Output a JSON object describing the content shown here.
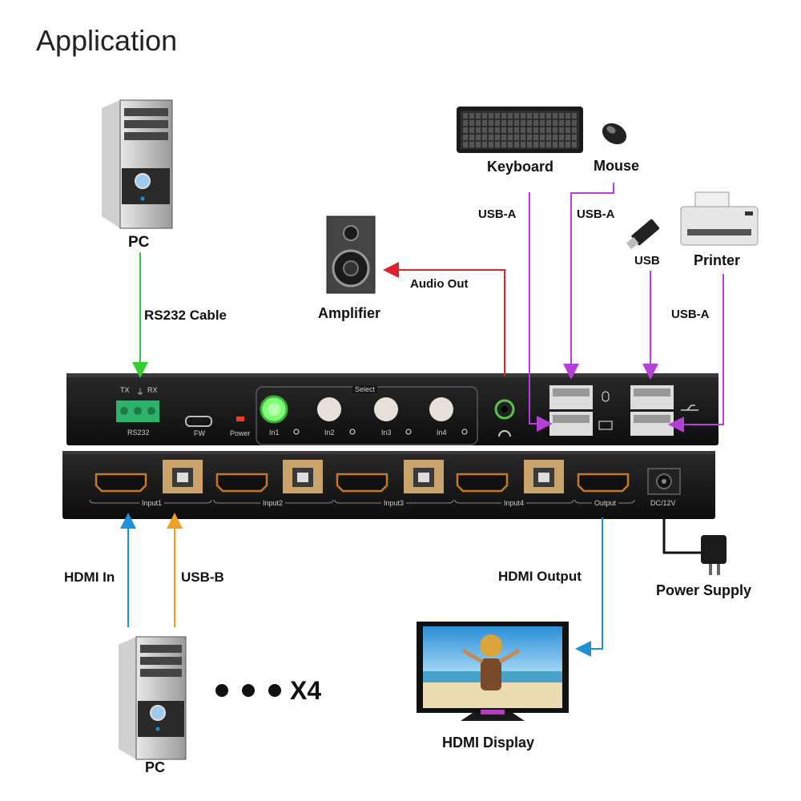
{
  "title": "Application",
  "devices": {
    "pc_top": "PC",
    "pc_bottom": "PC",
    "keyboard": "Keyboard",
    "mouse": "Mouse",
    "usb_drive": "USB",
    "printer": "Printer",
    "amplifier": "Amplifier",
    "power_supply": "Power Supply",
    "display": "HDMI Display",
    "multiplier": "X4"
  },
  "connections": {
    "rs232": "RS232 Cable",
    "audio_out": "Audio Out",
    "usb_a_keyboard": "USB-A",
    "usb_a_mouse": "USB-A",
    "usb_a_printer": "USB-A",
    "hdmi_in": "HDMI In",
    "usb_b": "USB-B",
    "hdmi_output": "HDMI Output"
  },
  "front_panel": {
    "rs232_tx": "TX",
    "rs232_rx": "RX",
    "rs232_label": "RS232",
    "fw": "FW",
    "power": "Power",
    "select": "Select",
    "in1": "In1",
    "in2": "In2",
    "in3": "In3",
    "in4": "In4"
  },
  "rear_panel": {
    "input1": "Input1",
    "input2": "Input2",
    "input3": "Input3",
    "input4": "Input4",
    "output": "Output",
    "dc": "DC/12V"
  },
  "colors": {
    "rs232": "#33cc33",
    "audio": "#e0202a",
    "usb_a": "#b63fd6",
    "hdmi": "#1e90d8",
    "usb_b": "#f0a020",
    "power_cable": "#111111"
  }
}
